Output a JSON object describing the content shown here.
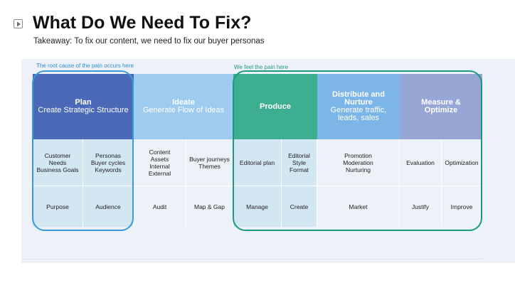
{
  "title": "What Do We Need To Fix?",
  "takeaway": "Takeaway: To fix our content, we need to fix our buyer personas",
  "callouts": {
    "root_cause": "The root cause of the pain occurs here",
    "feel_pain": "We feel the pain here"
  },
  "columns": [
    {
      "title": "Plan",
      "subtitle": "Create Strategic Structure"
    },
    {
      "title": "Ideate",
      "subtitle": "Generate Flow of Ideas"
    },
    {
      "title": "Produce",
      "subtitle": ""
    },
    {
      "title": "Distribute and Nurture",
      "subtitle": "Generate traffic, leads, sales"
    },
    {
      "title": "Measure & Optimize",
      "subtitle": ""
    }
  ],
  "detail_row": [
    [
      "Customer",
      "Needs",
      "Business Goals"
    ],
    [
      "Personas",
      "Buyer cycles",
      "Keywords"
    ],
    [
      "Content",
      "Assets",
      "Internal",
      "External"
    ],
    [
      "Buyer journeys",
      "Themes"
    ],
    [
      "Editorial plan"
    ],
    [
      "Editorial",
      "Style",
      "Format"
    ],
    [
      "Promotion",
      "Moderation",
      "Nurturing"
    ],
    [
      "Evaluation"
    ],
    [
      "Optimization"
    ]
  ],
  "action_row": [
    "Purpose",
    "Audience",
    "Audit",
    "Map & Gap",
    "Manage",
    "Create",
    "Market",
    "Justify",
    "Improve"
  ],
  "colors": {
    "plan": "#4a6ab8",
    "ideate": "#9ecbf0",
    "produce": "#3dae90",
    "distribute": "#7bb6e6",
    "measure": "#98a6d6",
    "tinted_cell": "#d3e7f3",
    "plain_cell": "#edf1f8",
    "root_cause_outline": "#3a9ad9",
    "pain_outline": "#1a9a7a"
  },
  "icons": {
    "play": "play-icon"
  }
}
